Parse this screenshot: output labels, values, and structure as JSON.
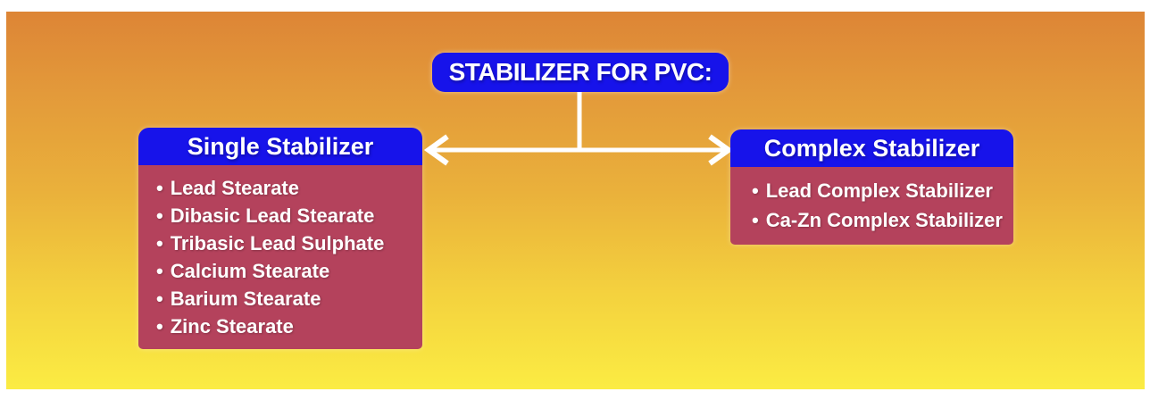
{
  "diagram": {
    "title": "STABILIZER FOR PVC:",
    "bullet": "•",
    "colors": {
      "header_blue": "#1713ea",
      "body_crimson": "#b4425c",
      "background_top_orange": "#dd8536",
      "background_bottom_yellow": "#fbec43",
      "connector_white": "#ffffff",
      "text_white": "#ffffff"
    },
    "left_box": {
      "header": "Single Stabilizer",
      "items": [
        "Lead Stearate",
        "Dibasic Lead Stearate",
        "Tribasic Lead Sulphate",
        "Calcium Stearate",
        "Barium Stearate",
        "Zinc Stearate"
      ]
    },
    "right_box": {
      "header": "Complex Stabilizer",
      "items": [
        "Lead Complex Stabilizer",
        "Ca-Zn Complex Stabilizer"
      ]
    }
  }
}
